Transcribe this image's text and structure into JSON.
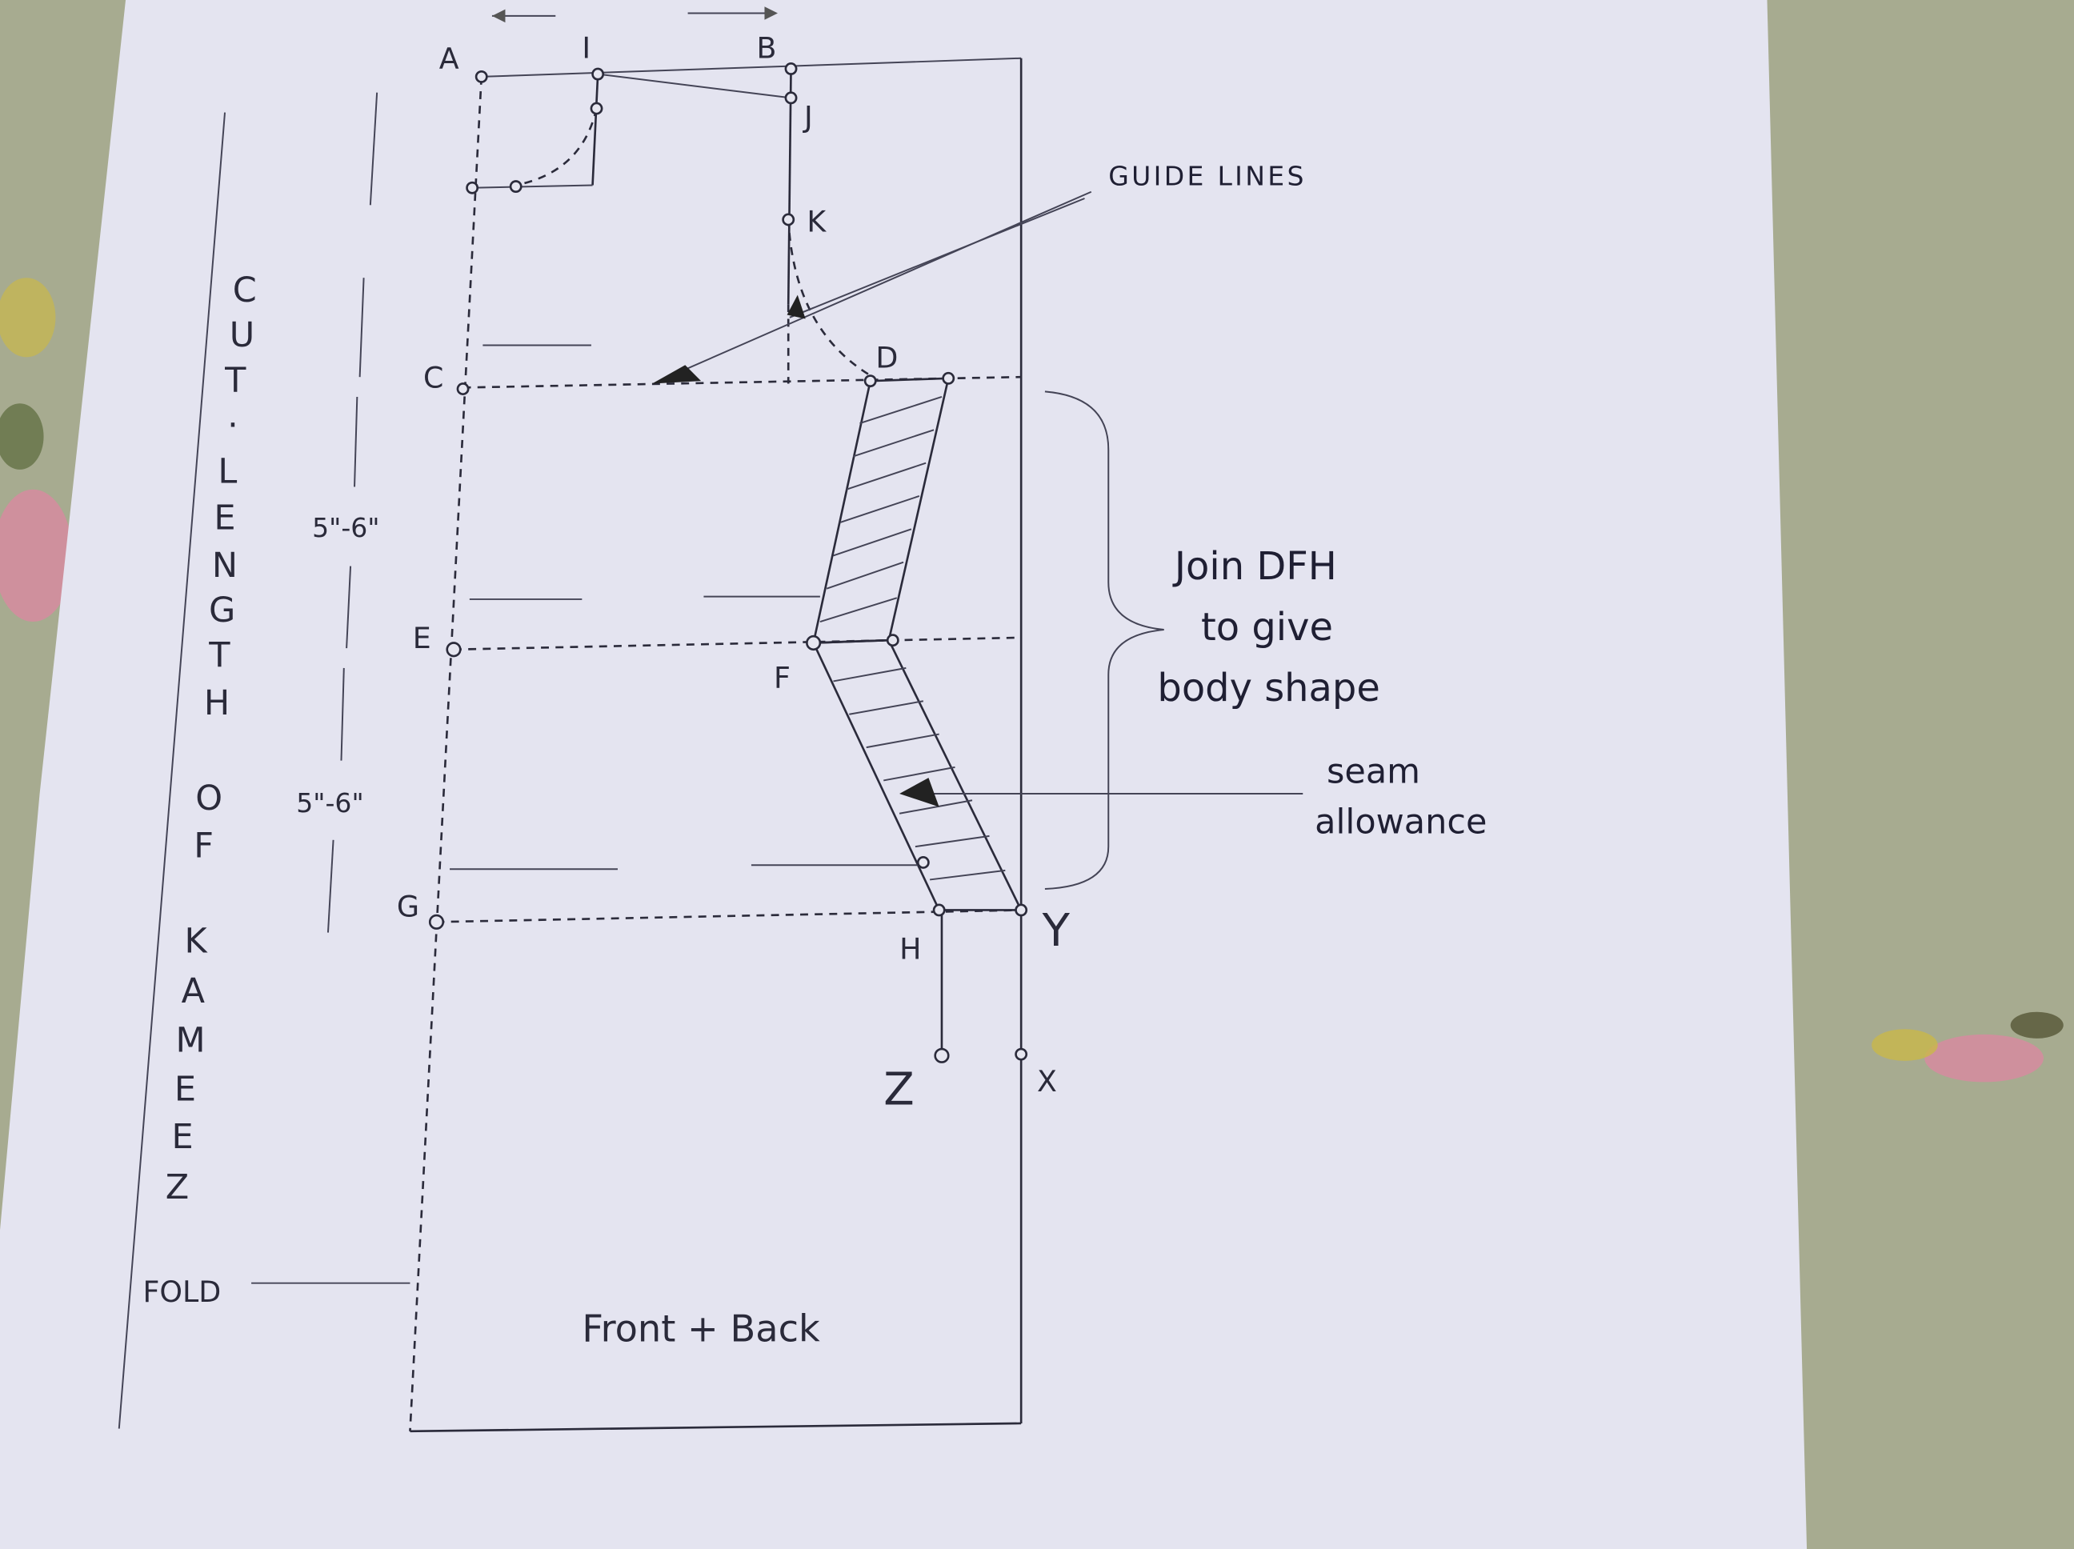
{
  "points": {
    "A": "A",
    "I": "I",
    "B": "B",
    "J": "J",
    "K": "K",
    "C": "C",
    "D": "D",
    "E": "E",
    "F": "F",
    "G": "G",
    "H": "H",
    "Y": "Y",
    "Z": "Z",
    "X": "X"
  },
  "annotations": {
    "guide_lines": "GUIDE LINES",
    "cut_length": [
      "C",
      "U",
      "T",
      "·",
      "L",
      "E",
      "N",
      "G",
      "T",
      "H",
      "O",
      "F",
      "K",
      "A",
      "M",
      "E",
      "E",
      "Z"
    ],
    "measure_1": "5\"-6\"",
    "measure_2": "5\"-6\"",
    "join_line1": "Join DFH",
    "join_line2": "to give",
    "join_line3": "body shape",
    "seam_line1": "seam",
    "seam_line2": "allowance",
    "fold": "FOLD",
    "front_back": "Front + Back"
  },
  "colors": {
    "paper": "#e4e4f0",
    "tablecloth": "#a7ab90",
    "ink": "#2b2b3b"
  }
}
